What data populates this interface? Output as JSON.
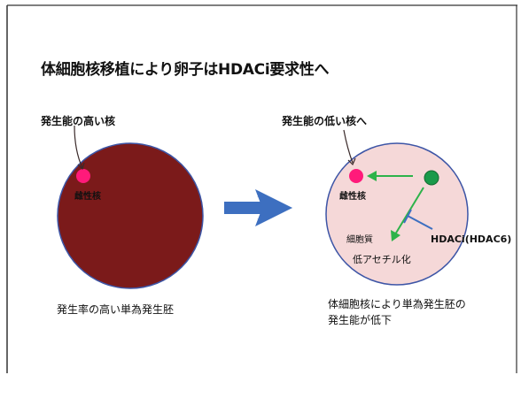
{
  "title": "体細胞核移植により卵子はHDACi要求性へ",
  "left_panel": {
    "callout": "発生能の高い核",
    "nucleus_label": "雌性核",
    "caption": "発生率の高い単為発生胚"
  },
  "right_panel": {
    "callout": "発生能の低い核へ",
    "nucleus_label": "雌性核",
    "cytoplasm_label": "細胞質",
    "inhibitor_label": "HDACi(HDAC6)",
    "effect_label": "低アセチル化",
    "caption_line1": "体細胞核により単為発生胚の",
    "caption_line2": "発生能が低下"
  },
  "colors": {
    "oocyte_left": "#7b1a1a",
    "oocyte_right": "#f5d8d8",
    "circle_outline": "#3d55a6",
    "female_nucleus": "#ff1a7a",
    "somatic_nucleus": "#1a9a4a",
    "green_arrow": "#2db34a",
    "blue_arrow": "#3d6fc0",
    "inhibitor": "#3d6fc0"
  }
}
